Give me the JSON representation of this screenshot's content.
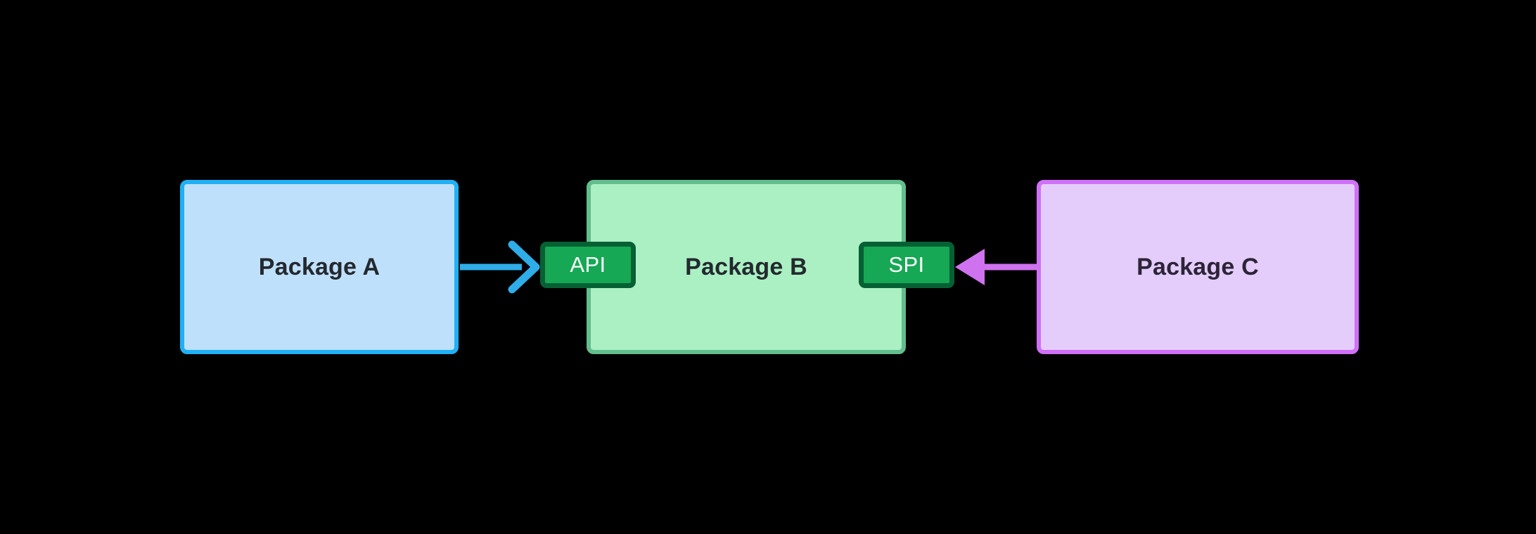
{
  "diagram": {
    "type": "package-dependency-diagram",
    "background_color": "#000000",
    "nodes": [
      {
        "id": "package-a",
        "label": "Package A",
        "fill": "#bfe0fb",
        "stroke": "#1fb0f5",
        "text_color": "#24292f"
      },
      {
        "id": "package-b",
        "label": "Package B",
        "fill": "#aaf0c3",
        "stroke": "#63bd8d",
        "text_color": "#24292f"
      },
      {
        "id": "package-c",
        "label": "Package C",
        "fill": "#e4cdfa",
        "stroke": "#d070f8",
        "text_color": "#2d2438"
      }
    ],
    "interfaces": [
      {
        "id": "api",
        "label": "API",
        "fill": "#17a855",
        "stroke": "#056033",
        "text_color": "#ffffff",
        "attached_to": "package-b",
        "edge": "left"
      },
      {
        "id": "spi",
        "label": "SPI",
        "fill": "#17a855",
        "stroke": "#056033",
        "text_color": "#ffffff",
        "attached_to": "package-b",
        "edge": "right"
      }
    ],
    "edges": [
      {
        "id": "a-to-api",
        "from": "package-a",
        "to": "api",
        "color": "#2fade8",
        "direction": "right",
        "arrowhead": "open-chevron",
        "label": ""
      },
      {
        "id": "c-to-spi",
        "from": "package-c",
        "to": "spi",
        "color": "#cf72f0",
        "direction": "left",
        "arrowhead": "filled-triangle",
        "label": ""
      }
    ]
  }
}
